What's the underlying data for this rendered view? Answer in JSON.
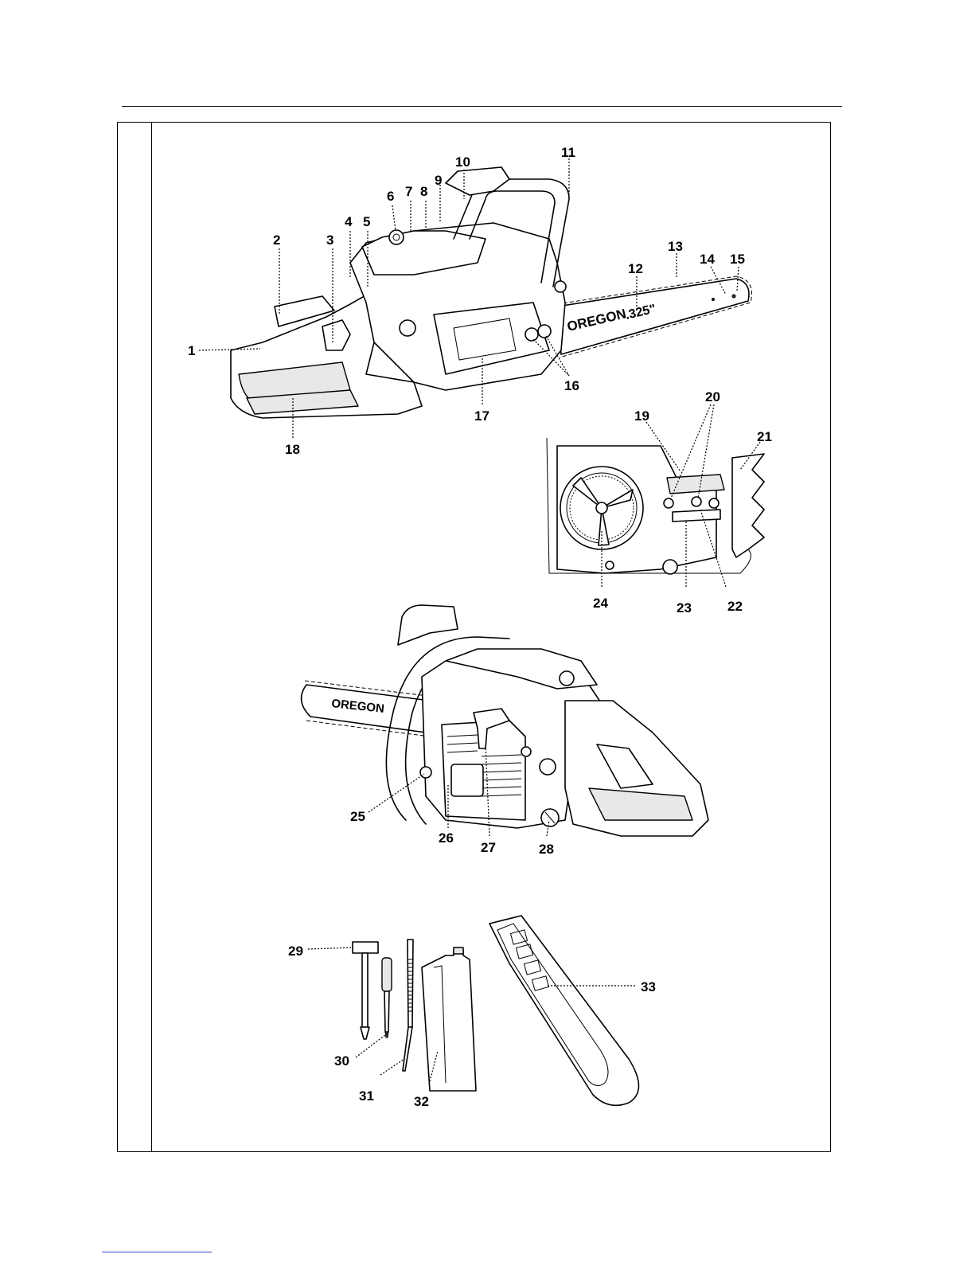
{
  "callouts": [
    {
      "id": "1",
      "label": "1"
    },
    {
      "id": "2",
      "label": "2"
    },
    {
      "id": "3",
      "label": "3"
    },
    {
      "id": "4",
      "label": "4"
    },
    {
      "id": "5",
      "label": "5"
    },
    {
      "id": "6",
      "label": "6"
    },
    {
      "id": "7",
      "label": "7"
    },
    {
      "id": "8",
      "label": "8"
    },
    {
      "id": "9",
      "label": "9"
    },
    {
      "id": "10",
      "label": "10"
    },
    {
      "id": "11",
      "label": "11"
    },
    {
      "id": "12",
      "label": "12"
    },
    {
      "id": "13",
      "label": "13"
    },
    {
      "id": "14",
      "label": "14"
    },
    {
      "id": "15",
      "label": "15"
    },
    {
      "id": "16",
      "label": "16"
    },
    {
      "id": "17",
      "label": "17"
    },
    {
      "id": "18",
      "label": "18"
    },
    {
      "id": "19",
      "label": "19"
    },
    {
      "id": "20",
      "label": "20"
    },
    {
      "id": "21",
      "label": "21"
    },
    {
      "id": "22",
      "label": "22"
    },
    {
      "id": "23",
      "label": "23"
    },
    {
      "id": "24",
      "label": "24"
    },
    {
      "id": "25",
      "label": "25"
    },
    {
      "id": "26",
      "label": "26"
    },
    {
      "id": "27",
      "label": "27"
    },
    {
      "id": "28",
      "label": "28"
    },
    {
      "id": "29",
      "label": "29"
    },
    {
      "id": "30",
      "label": "30"
    },
    {
      "id": "31",
      "label": "31"
    },
    {
      "id": "32",
      "label": "32"
    },
    {
      "id": "33",
      "label": "33"
    }
  ],
  "bar_brand": "OREGON",
  "bar_pitch": ".325\"",
  "bar_brand_rear": "OREGON",
  "icons": [
    "chainsaw-right-view",
    "clutch-detail-view",
    "chainsaw-left-view",
    "tool-kit"
  ]
}
